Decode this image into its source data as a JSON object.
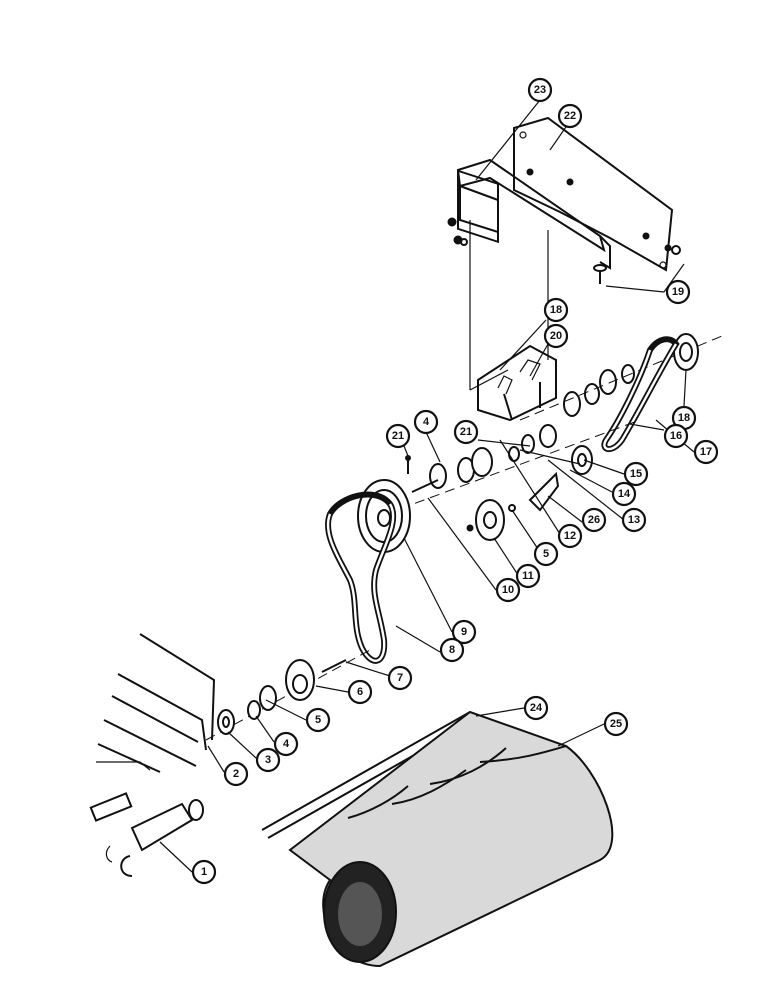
{
  "diagram": {
    "callouts": [
      {
        "key": "c23",
        "label": "23"
      },
      {
        "key": "c22",
        "label": "22"
      },
      {
        "key": "c19",
        "label": "19"
      },
      {
        "key": "c18a",
        "label": "18"
      },
      {
        "key": "c20",
        "label": "20"
      },
      {
        "key": "c18b",
        "label": "18"
      },
      {
        "key": "c21a",
        "label": "21"
      },
      {
        "key": "c4a",
        "label": "4"
      },
      {
        "key": "c21b",
        "label": "21"
      },
      {
        "key": "c16",
        "label": "16"
      },
      {
        "key": "c17",
        "label": "17"
      },
      {
        "key": "c15",
        "label": "15"
      },
      {
        "key": "c14",
        "label": "14"
      },
      {
        "key": "c13",
        "label": "13"
      },
      {
        "key": "c26",
        "label": "26"
      },
      {
        "key": "c12",
        "label": "12"
      },
      {
        "key": "c5a",
        "label": "5"
      },
      {
        "key": "c11",
        "label": "11"
      },
      {
        "key": "c10",
        "label": "10"
      },
      {
        "key": "c9",
        "label": "9"
      },
      {
        "key": "c8",
        "label": "8"
      },
      {
        "key": "c7",
        "label": "7"
      },
      {
        "key": "c6",
        "label": "6"
      },
      {
        "key": "c5b",
        "label": "5"
      },
      {
        "key": "c4b",
        "label": "4"
      },
      {
        "key": "c3",
        "label": "3"
      },
      {
        "key": "c2",
        "label": "2"
      },
      {
        "key": "c1",
        "label": "1"
      },
      {
        "key": "c24",
        "label": "24"
      },
      {
        "key": "c25",
        "label": "25"
      }
    ]
  }
}
